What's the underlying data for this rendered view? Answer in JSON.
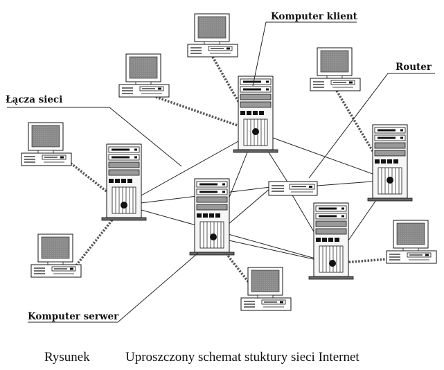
{
  "labels": {
    "client": "Komputer klient",
    "router": "Router",
    "links": "Łącza sieci",
    "server": "Komputer serwer"
  },
  "caption": {
    "prefix": "Rysunek",
    "text": "Uproszczony schemat stuktury sieci Internet"
  },
  "icons": [
    "server-tower-icon",
    "client-computer-icon",
    "router-icon"
  ]
}
